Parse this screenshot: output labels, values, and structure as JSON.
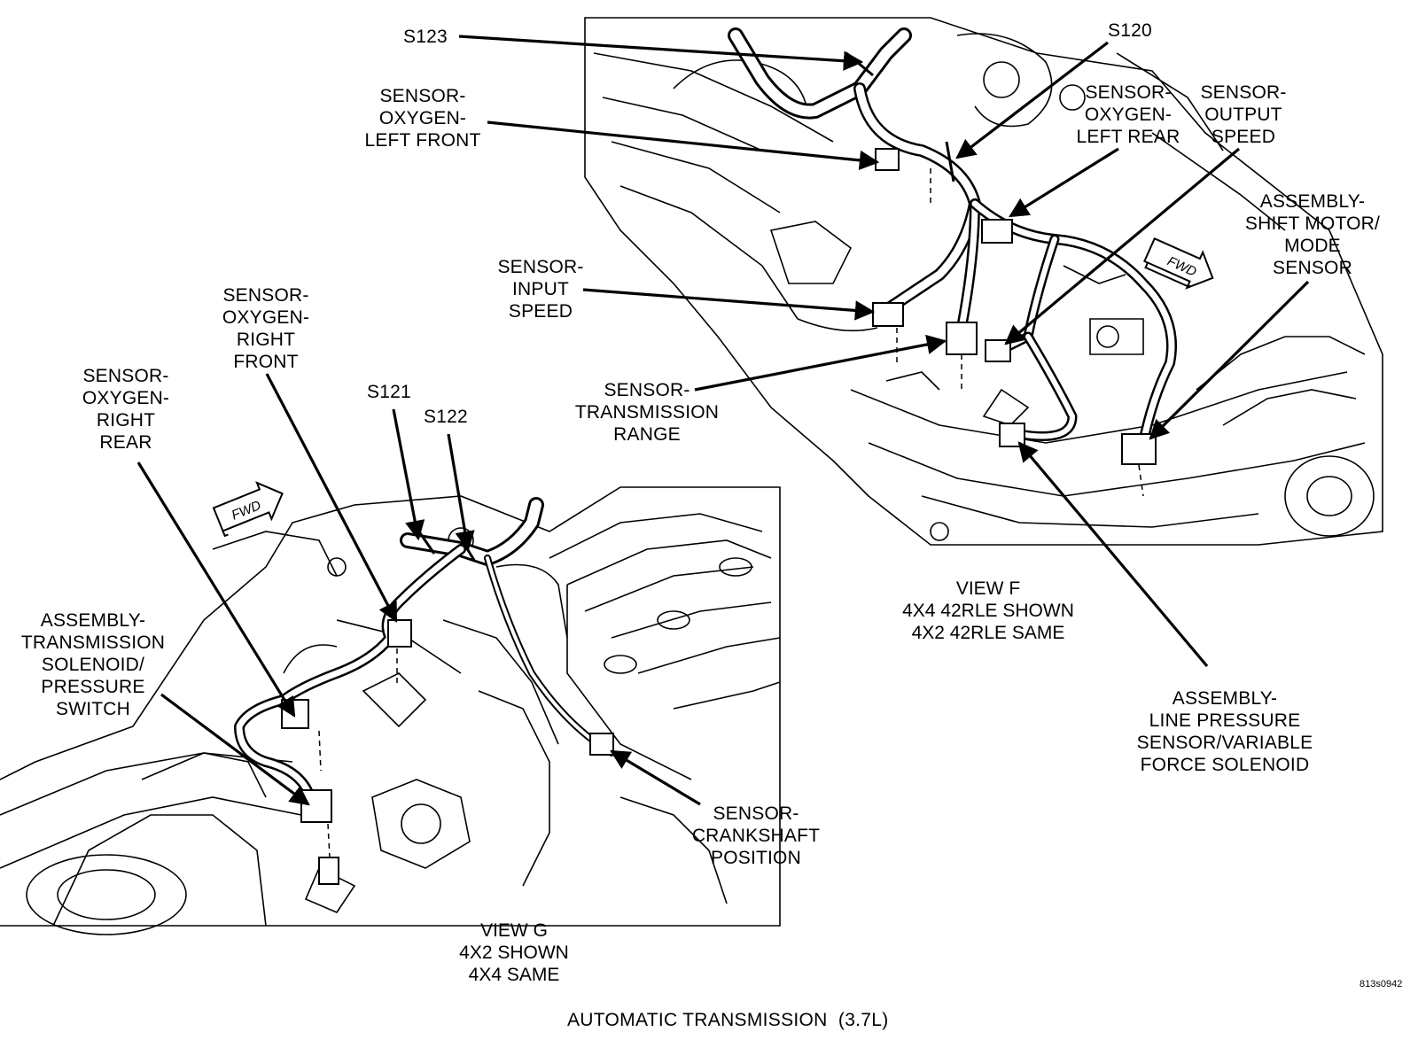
{
  "title": "AUTOMATIC TRANSMISSION  (3.7L)",
  "figure_id": "813s0942",
  "fwd_label": "FWD",
  "views": {
    "f": {
      "lines": [
        "VIEW F",
        "4X4 42RLE SHOWN",
        "4X2 42RLE SAME"
      ]
    },
    "g": {
      "lines": [
        "VIEW G",
        "4X2 SHOWN",
        "4X4 SAME"
      ]
    }
  },
  "labels": {
    "s123": {
      "lines": [
        "S123"
      ]
    },
    "s120": {
      "lines": [
        "S120"
      ]
    },
    "o2_left_front": {
      "lines": [
        "SENSOR-",
        "OXYGEN-",
        "LEFT FRONT"
      ]
    },
    "o2_left_rear": {
      "lines": [
        "SENSOR-",
        "OXYGEN-",
        "LEFT REAR"
      ]
    },
    "output_speed": {
      "lines": [
        "SENSOR-",
        "OUTPUT",
        "SPEED"
      ]
    },
    "shift_motor": {
      "lines": [
        "ASSEMBLY-",
        "SHIFT MOTOR/",
        "MODE",
        "SENSOR"
      ]
    },
    "input_speed": {
      "lines": [
        "SENSOR-",
        "INPUT",
        "SPEED"
      ]
    },
    "trans_range": {
      "lines": [
        "SENSOR-",
        "TRANSMISSION",
        "RANGE"
      ]
    },
    "line_pressure": {
      "lines": [
        "ASSEMBLY-",
        "LINE PRESSURE",
        "SENSOR/VARIABLE",
        "FORCE SOLENOID"
      ]
    },
    "o2_right_front": {
      "lines": [
        "SENSOR-",
        "OXYGEN-",
        "RIGHT",
        "FRONT"
      ]
    },
    "o2_right_rear": {
      "lines": [
        "SENSOR-",
        "OXYGEN-",
        "RIGHT",
        "REAR"
      ]
    },
    "s121": {
      "lines": [
        "S121"
      ]
    },
    "s122": {
      "lines": [
        "S122"
      ]
    },
    "solenoid_switch": {
      "lines": [
        "ASSEMBLY-",
        "TRANSMISSION",
        "SOLENOID/",
        "PRESSURE",
        "SWITCH"
      ]
    },
    "crankshaft": {
      "lines": [
        "SENSOR-",
        "CRANKSHAFT",
        "POSITION"
      ]
    }
  }
}
